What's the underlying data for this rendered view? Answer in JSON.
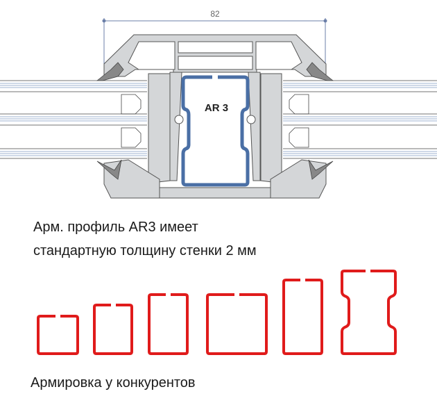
{
  "diagram": {
    "dimension_label": "82",
    "profile_label": "AR 3",
    "caption_line1": "Арм. профиль AR3 имеет",
    "caption_line2": "стандартную толщину стенки 2 мм",
    "competitors_caption": "Армировка у конкурентов",
    "colors": {
      "profile_grey": "#d4d6d8",
      "outline": "#555555",
      "reinforcement_blue": "#4a6fa5",
      "competitor_red": "#e01b1b",
      "dimension_line": "#6b7fa8"
    }
  }
}
